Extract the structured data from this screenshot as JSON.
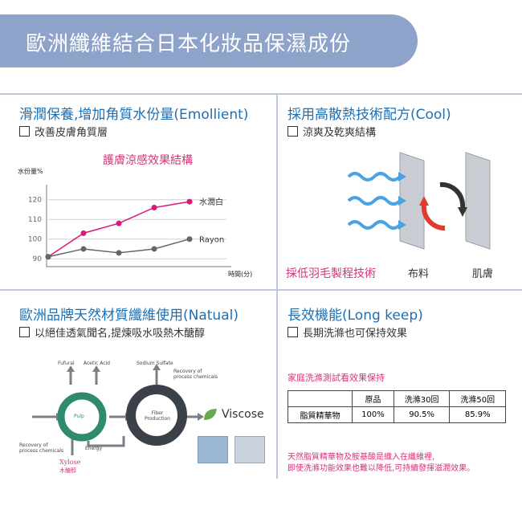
{
  "banner": {
    "title": "歐洲纖維結合日本化妝品保濕成份"
  },
  "emollient": {
    "title": "滑潤保養,增加角質水份量(Emollient)",
    "subtitle": "改善皮膚角質層",
    "chart_title": "護膚涼感效果結構",
    "chart_data": {
      "type": "line",
      "title": "護膚涼感效果結構",
      "ylabel": "水份量%",
      "xlabel": "時間(分)",
      "yticks": [
        90,
        100,
        110,
        120
      ],
      "ylim": [
        86,
        126
      ],
      "series": [
        {
          "name": "水潤白",
          "color": "#d81b7a",
          "values": [
            91,
            103,
            108,
            116,
            119
          ]
        },
        {
          "name": "Rayon",
          "color": "#666666",
          "values": [
            91,
            95,
            93,
            95,
            100
          ]
        }
      ]
    }
  },
  "cool": {
    "title": "採用高散熱技術配方(Cool)",
    "subtitle": "涼爽及乾爽結構",
    "caption": "採低羽毛製程技術",
    "label_fabric": "布料",
    "label_skin": "肌膚"
  },
  "natual": {
    "title": "歐洲品牌天然材質纖維使用(Natual)",
    "subtitle": "以絕佳透氣聞名,提煉吸水吸熱木醣醇",
    "diagram": {
      "fufural": "Fufural",
      "acetic": "Acetic Acid",
      "sodium": "Sodium Sulfate",
      "recovery_top": "Recovery of process chemicals",
      "pulp": "Pulp",
      "fiber": "Fiber Production",
      "recovery_bottom": "Recovery of process chemicals",
      "energy": "Energy",
      "xylose": "Xylose",
      "xylose_cn": "木醣醇",
      "brand": "Viscose"
    }
  },
  "longkeep": {
    "title": "長效機能(Long keep)",
    "subtitle": "長期洗滌也可保持效果",
    "table_title": "家庭洗滌測試看效果保持",
    "headers": [
      "",
      "原品",
      "洗滌30回",
      "洗滌50回"
    ],
    "row_label": "脂質精華物",
    "row_values": [
      "100%",
      "90.5%",
      "85.9%"
    ],
    "note_line1": "天然脂質精華物及胺基酸是織入在纖維裡,",
    "note_line2": "即使洗滌功能效果也難以降低,可持續發揮滋潤效果。"
  }
}
